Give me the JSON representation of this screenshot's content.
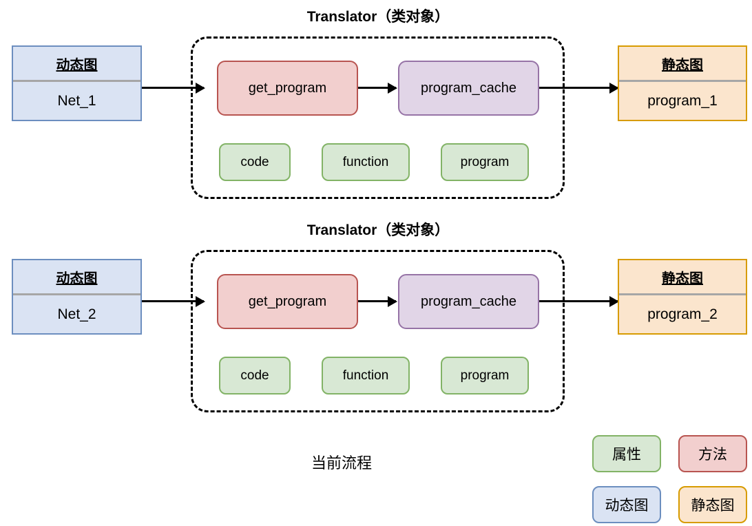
{
  "diagram": {
    "caption": "当前流程",
    "sections": [
      {
        "title": "Translator（类对象）",
        "source_card": {
          "header": "动态图",
          "body": "Net_1"
        },
        "target_card": {
          "header": "静态图",
          "body": "program_1"
        },
        "method": "get_program",
        "cache": "program_cache",
        "attributes": [
          "code",
          "function",
          "program"
        ]
      },
      {
        "title": "Translator（类对象）",
        "source_card": {
          "header": "动态图",
          "body": "Net_2"
        },
        "target_card": {
          "header": "静态图",
          "body": "program_2"
        },
        "method": "get_program",
        "cache": "program_cache",
        "attributes": [
          "code",
          "function",
          "program"
        ]
      }
    ]
  },
  "legend": {
    "items": [
      {
        "label": "属性",
        "kind": "attribute",
        "color": "#d8e8d4",
        "border": "#82b366"
      },
      {
        "label": "方法",
        "kind": "method",
        "color": "#f2cfce",
        "border": "#b85450"
      },
      {
        "label": "动态图",
        "kind": "dynamic-graph",
        "color": "#dae3f3",
        "border": "#6c8ebf"
      },
      {
        "label": "静态图",
        "kind": "static-graph",
        "color": "#fbe5cd",
        "border": "#d79b00"
      }
    ]
  },
  "colors": {
    "method_fill": "#f2cfce",
    "method_border": "#b85450",
    "cache_fill": "#e1d5e7",
    "cache_border": "#9673a6",
    "attribute_fill": "#d8e8d4",
    "attribute_border": "#82b366",
    "dynamic_fill": "#dae3f3",
    "dynamic_border": "#6c8ebf",
    "static_fill": "#fbe5cd",
    "static_border": "#d79b00",
    "arrow": "#000000",
    "container_border": "#000000",
    "divider": "#a6a6a6"
  }
}
